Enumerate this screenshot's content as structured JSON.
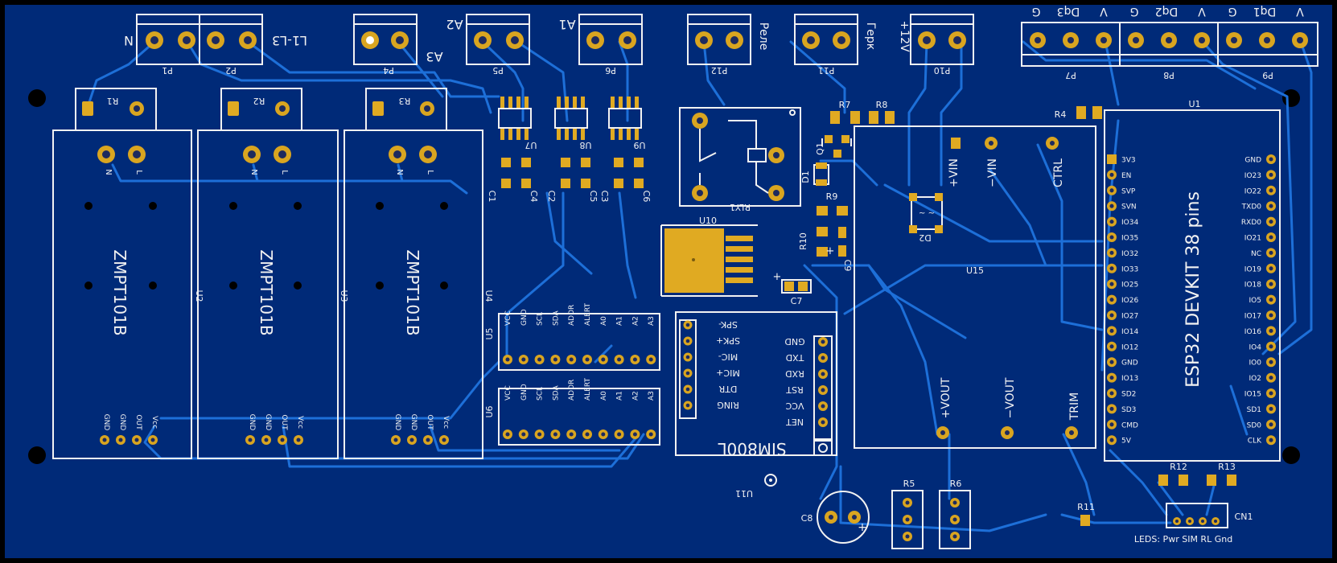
{
  "board": {
    "bg": "#002a78",
    "trace_color": "#1d6fd8",
    "pad_color": "#d9a520",
    "silk_color": "#f2f2f2"
  },
  "connectors": {
    "P1": {
      "ref": "P1",
      "label": "N"
    },
    "P2": {
      "ref": "P2",
      "label": "L1-L3"
    },
    "P4": {
      "ref": "P4",
      "label": "A3"
    },
    "P5": {
      "ref": "P5",
      "label": "A2"
    },
    "P6": {
      "ref": "P6",
      "label": "A1"
    },
    "P12": {
      "ref": "P12",
      "label": "Реле"
    },
    "P11": {
      "ref": "P11",
      "label": "Герк"
    },
    "P10": {
      "ref": "P10",
      "label": "+12V"
    },
    "P7": {
      "ref": "P7",
      "label": "Dq3",
      "g": "G",
      "v": "V"
    },
    "P8": {
      "ref": "P8",
      "label": "Dq2",
      "g": "G",
      "v": "V"
    },
    "P9": {
      "ref": "P9",
      "label": "Dq1",
      "g": "G",
      "v": "V"
    }
  },
  "resistors": {
    "R1": "R1",
    "R2": "R2",
    "R3": "R3"
  },
  "zmpt": {
    "name": "ZMPT101B",
    "refs": [
      "U2",
      "U3",
      "U4"
    ],
    "top_pins": [
      "N",
      "L"
    ],
    "pins": [
      "GND",
      "GND",
      "OUT",
      "Vcc"
    ]
  },
  "amps": {
    "refs": [
      "U7",
      "U8",
      "U9"
    ],
    "caps": [
      "C1",
      "C4",
      "C2",
      "C5",
      "C3",
      "C6"
    ]
  },
  "ads": {
    "refs": [
      "U5",
      "U6"
    ],
    "pins": [
      "VCC",
      "GND",
      "SCL",
      "SDA",
      "ADDR",
      "ALERT",
      "A0",
      "A1",
      "A2",
      "A3"
    ]
  },
  "relay": {
    "ref": "RLY1"
  },
  "misc": {
    "U10": "U10",
    "C7": "C7",
    "R10": "R10",
    "C9": "C9",
    "R9": "R9",
    "D1": "D1",
    "Q1": "Q1",
    "R7": "R7",
    "R8": "R8",
    "D2": "D2",
    "U11": "U11",
    "C8": "C8",
    "R5": "R5",
    "R6": "R6",
    "R4": "R4",
    "R11": "R11",
    "R12": "R12",
    "R13": "R13",
    "CN1": "CN1",
    "plus": "+"
  },
  "sim": {
    "name": "SIM800L",
    "left_pins": [
      "SPK-",
      "SPK+",
      "MIC-",
      "MIC+",
      "DTR",
      "RING"
    ],
    "right_pins": [
      "GND",
      "TXD",
      "RXD",
      "RST",
      "VCC",
      "NET"
    ]
  },
  "dcdc": {
    "ref": "U15",
    "vin_plus": "+VIN",
    "vin_minus": "−VIN",
    "ctrl": "CTRL",
    "vout_plus": "+VOUT",
    "vout_minus": "−VOUT",
    "trim": "TRIM"
  },
  "esp": {
    "ref": "U1",
    "name": "ESP32 DEVKIT 38 pins",
    "left_pins": [
      "3V3",
      "EN",
      "SVP",
      "SVN",
      "IO34",
      "IO35",
      "IO32",
      "IO33",
      "IO25",
      "IO26",
      "IO27",
      "IO14",
      "IO12",
      "GND",
      "IO13",
      "SD2",
      "SD3",
      "CMD",
      "5V"
    ],
    "right_pins": [
      "GND",
      "IO23",
      "IO22",
      "TXD0",
      "RXD0",
      "IO21",
      "NC",
      "IO19",
      "IO18",
      "IO5",
      "IO17",
      "IO16",
      "IO4",
      "IO0",
      "IO2",
      "IO15",
      "SD1",
      "SD0",
      "CLK"
    ]
  },
  "leds_label": "LEDS: Pwr SIM RL Gnd"
}
